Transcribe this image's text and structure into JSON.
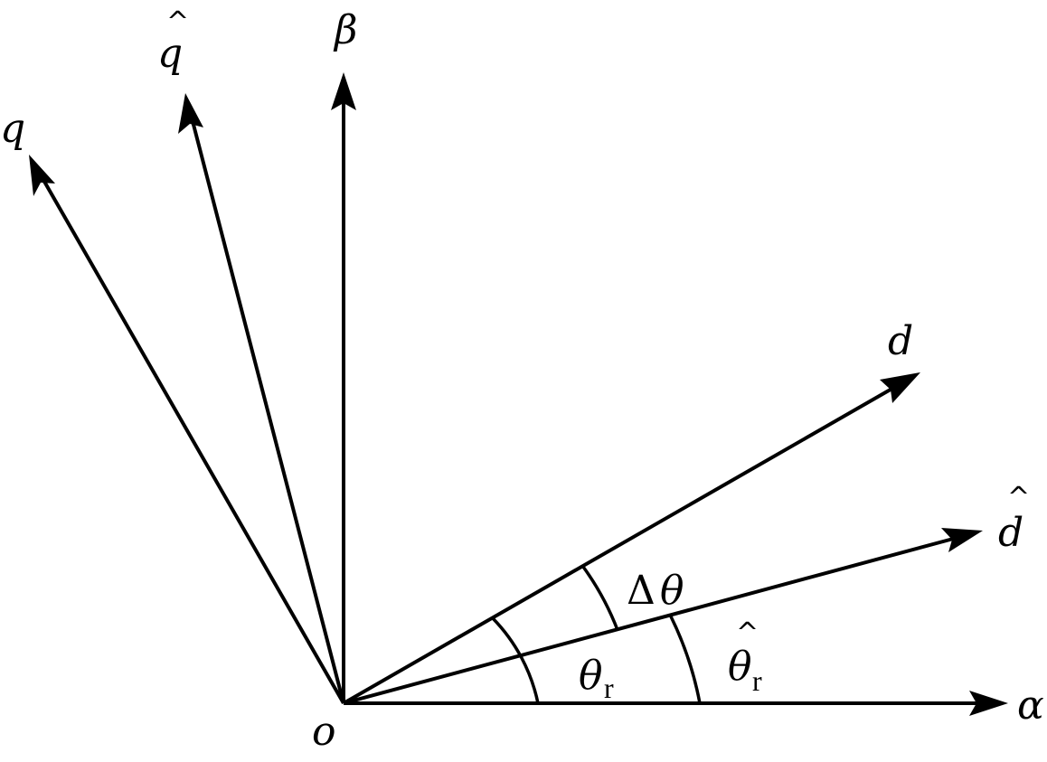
{
  "labels": {
    "origin": "o",
    "alpha": "α",
    "beta": "β",
    "d": "d",
    "q": "q",
    "d_hat": "d",
    "q_hat": "q",
    "hat_mark": "^",
    "theta": "θ",
    "sub_r": "r",
    "delta": "Δ",
    "delta_theta_theta": "θ"
  }
}
